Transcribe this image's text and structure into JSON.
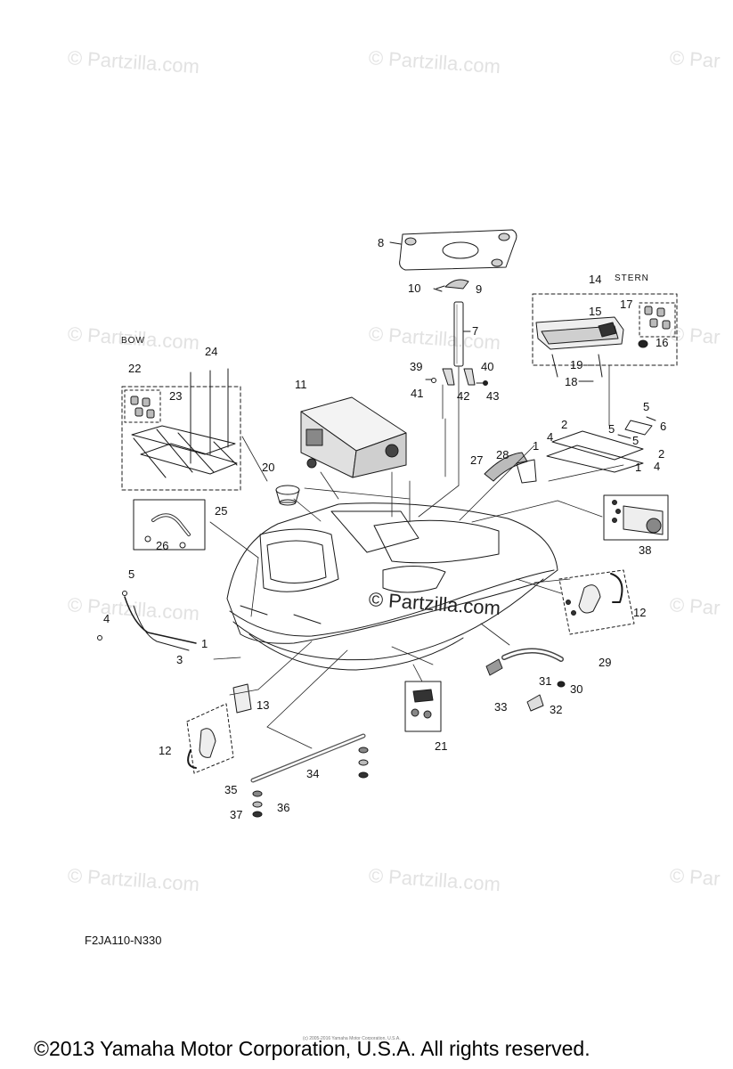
{
  "watermark": {
    "text": "© Partzilla.com",
    "text_cut": "© Par",
    "center_text": "© Partzilla.com"
  },
  "labels": {
    "bow": "BOW",
    "stern": "STERN"
  },
  "callouts": [
    {
      "id": "c8",
      "text": "8"
    },
    {
      "id": "c10",
      "text": "10"
    },
    {
      "id": "c9",
      "text": "9"
    },
    {
      "id": "c7",
      "text": "7"
    },
    {
      "id": "c14",
      "text": "14"
    },
    {
      "id": "c15",
      "text": "15"
    },
    {
      "id": "c17",
      "text": "17"
    },
    {
      "id": "c16",
      "text": "16"
    },
    {
      "id": "c19",
      "text": "19"
    },
    {
      "id": "c18",
      "text": "18"
    },
    {
      "id": "c39",
      "text": "39"
    },
    {
      "id": "c40",
      "text": "40"
    },
    {
      "id": "c41",
      "text": "41"
    },
    {
      "id": "c42",
      "text": "42"
    },
    {
      "id": "c43",
      "text": "43"
    },
    {
      "id": "c24",
      "text": "24"
    },
    {
      "id": "c22",
      "text": "22"
    },
    {
      "id": "c23",
      "text": "23"
    },
    {
      "id": "c11",
      "text": "11"
    },
    {
      "id": "c5a",
      "text": "5"
    },
    {
      "id": "c6",
      "text": "6"
    },
    {
      "id": "c2a",
      "text": "2"
    },
    {
      "id": "c5b",
      "text": "5"
    },
    {
      "id": "c4a",
      "text": "4"
    },
    {
      "id": "c5c",
      "text": "5"
    },
    {
      "id": "c1a",
      "text": "1"
    },
    {
      "id": "c2b",
      "text": "2"
    },
    {
      "id": "c4b",
      "text": "4"
    },
    {
      "id": "c1b",
      "text": "1"
    },
    {
      "id": "c27",
      "text": "27"
    },
    {
      "id": "c28",
      "text": "28"
    },
    {
      "id": "c20",
      "text": "20"
    },
    {
      "id": "c25",
      "text": "25"
    },
    {
      "id": "c26",
      "text": "26"
    },
    {
      "id": "c38",
      "text": "38"
    },
    {
      "id": "c5d",
      "text": "5"
    },
    {
      "id": "c4c",
      "text": "4"
    },
    {
      "id": "c1c",
      "text": "1"
    },
    {
      "id": "c3",
      "text": "3"
    },
    {
      "id": "c12a",
      "text": "12"
    },
    {
      "id": "c29",
      "text": "29"
    },
    {
      "id": "c31",
      "text": "31"
    },
    {
      "id": "c30",
      "text": "30"
    },
    {
      "id": "c33",
      "text": "33"
    },
    {
      "id": "c32",
      "text": "32"
    },
    {
      "id": "c13",
      "text": "13"
    },
    {
      "id": "c21",
      "text": "21"
    },
    {
      "id": "c12b",
      "text": "12"
    },
    {
      "id": "c34",
      "text": "34"
    },
    {
      "id": "c35",
      "text": "35"
    },
    {
      "id": "c36",
      "text": "36"
    },
    {
      "id": "c37",
      "text": "37"
    }
  ],
  "diagram_code": "F2JA110-N330",
  "tiny_credit": "(c) 2005-2016 Yamaha Motor Corporation, U.S.A.",
  "copyright": "©2013 Yamaha Motor Corporation, U.S.A. All rights reserved."
}
